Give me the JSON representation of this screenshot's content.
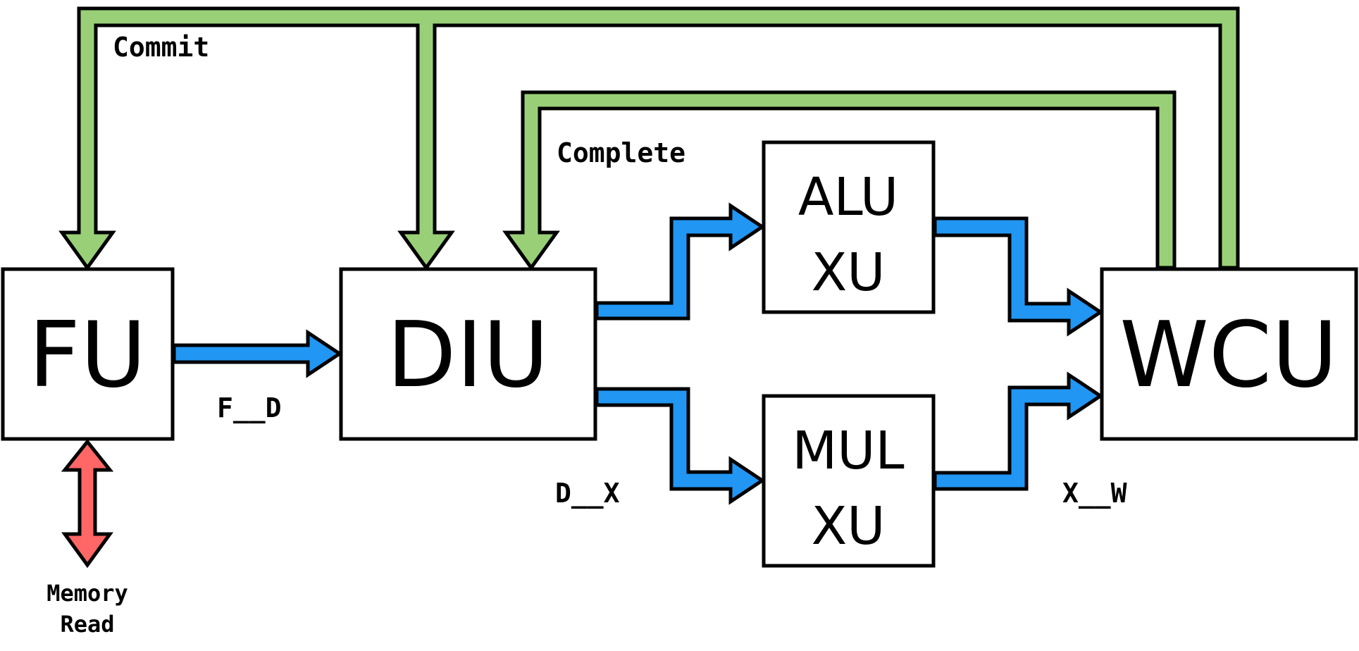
{
  "title": "Pipeline block diagram",
  "colors": {
    "data_path": "#2196F3",
    "feedback": "#99D077",
    "memory": "#FF6666",
    "stroke": "#000000",
    "box_fill": "#FFFFFF"
  },
  "units": {
    "fu": {
      "label": "FU"
    },
    "diu": {
      "label": "DIU"
    },
    "alu": {
      "line1": "ALU",
      "line2": "XU"
    },
    "mul": {
      "line1": "MUL",
      "line2": "XU"
    },
    "wcu": {
      "label": "WCU"
    }
  },
  "buses": {
    "f_d": "F__D",
    "d_x": "D__X",
    "x_w": "X__W"
  },
  "feedback": {
    "commit": "Commit",
    "complete": "Complete"
  },
  "memory": {
    "line1": "Memory",
    "line2": "Read"
  }
}
